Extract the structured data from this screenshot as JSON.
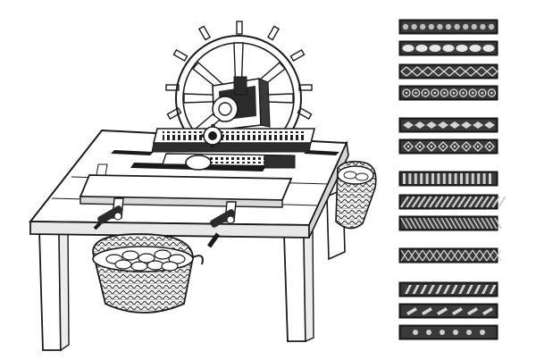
{
  "illustration": {
    "subject": "coin-edge-milling-machine",
    "palette": {
      "ink": "#1a1a1a",
      "paper": "#ffffff",
      "light_gray": "#e6e6e6",
      "mid_gray": "#9a9a9a",
      "dark": "#2b2b2b"
    }
  },
  "edge_samples": [
    {
      "pattern": "dot-row"
    },
    {
      "pattern": "oval-chain"
    },
    {
      "pattern": "diamond-lattice"
    },
    {
      "pattern": "ring-beads"
    },
    {
      "pattern": "arrow-leaf"
    },
    {
      "pattern": "diamond-star"
    },
    {
      "pattern": "vertical-stripes"
    },
    {
      "pattern": "diagonal-hatch"
    },
    {
      "pattern": "diagonal-hatch-fine"
    },
    {
      "pattern": "crosshatch-diamond"
    },
    {
      "pattern": "slanted-bars"
    },
    {
      "pattern": "zigzag-blocks"
    },
    {
      "pattern": "sparse-dots"
    }
  ]
}
